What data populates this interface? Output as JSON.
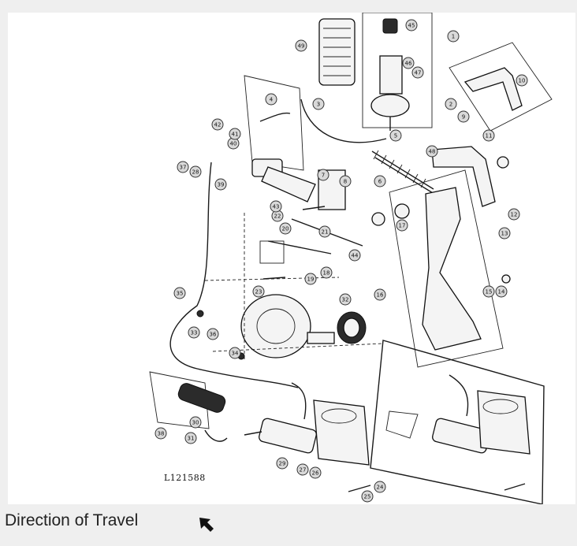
{
  "diagram": {
    "drawing_code": "L121588",
    "callouts": [
      "1",
      "2",
      "3",
      "4",
      "5",
      "6",
      "7",
      "8",
      "9",
      "10",
      "11",
      "12",
      "13",
      "14",
      "15",
      "16",
      "17",
      "18",
      "19",
      "20",
      "21",
      "22",
      "23",
      "24",
      "25",
      "26",
      "27",
      "28",
      "29",
      "30",
      "31",
      "32",
      "33",
      "34",
      "35",
      "36",
      "37",
      "38",
      "39",
      "40",
      "41",
      "42",
      "43",
      "44",
      "45",
      "46",
      "47",
      "48",
      "49"
    ]
  },
  "caption": {
    "label": "Direction of Travel",
    "icon": "arrow-up-left-icon"
  }
}
